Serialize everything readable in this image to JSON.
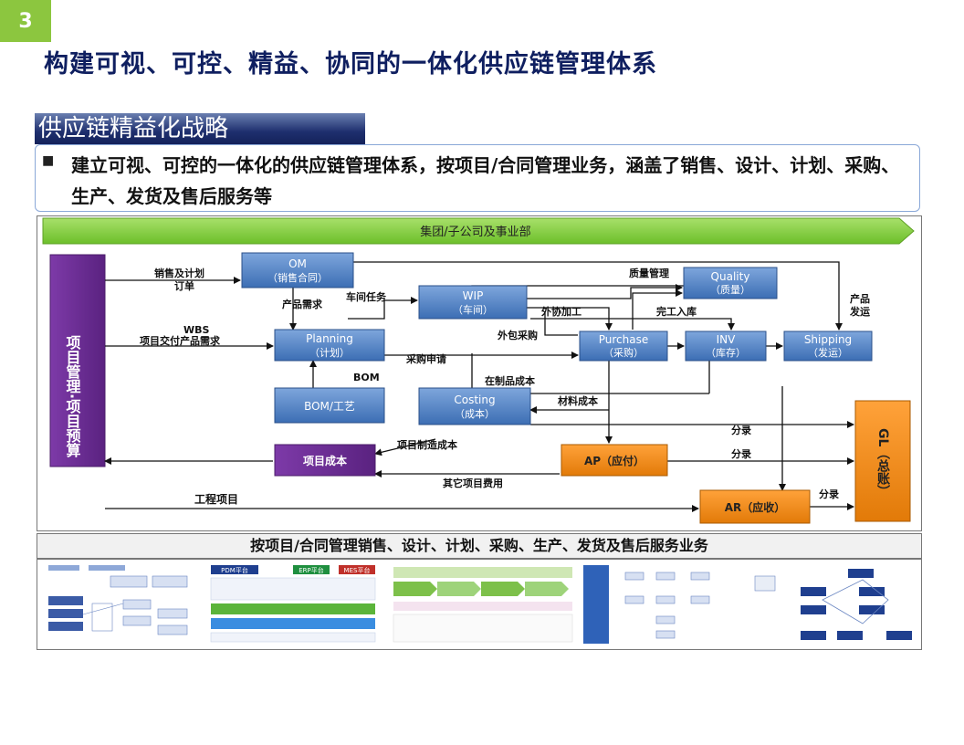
{
  "slide": {
    "number": "3"
  },
  "title": "构建可视、可控、精益、协同的一体化供应链管理体系",
  "section": {
    "heading": "供应链精益化战略",
    "bullet": "建立可视、可控的一体化的供应链管理体系，按项目/合同管理业务，涵盖了销售、设计、计划、采购、生产、发货及售后服务等"
  },
  "diagram": {
    "banner": "集团/子公司及事业部",
    "left_bar": "项目管理·项目预算",
    "nodes": {
      "om": {
        "en": "OM",
        "cn": "（销售合同）"
      },
      "planning": {
        "en": "Planning",
        "cn": "（计划）"
      },
      "bom": {
        "cn": "BOM/工艺"
      },
      "wip": {
        "en": "WIP",
        "cn": "（车间）"
      },
      "costing": {
        "en": "Costing",
        "cn": "（成本）"
      },
      "purchase": {
        "en": "Purchase",
        "cn": "（采购）"
      },
      "inv": {
        "en": "INV",
        "cn": "（库存）"
      },
      "shipping": {
        "en": "Shipping",
        "cn": "（发运）"
      },
      "quality": {
        "en": "Quality",
        "cn": "（质量）"
      },
      "project_cost": {
        "cn": "项目成本"
      },
      "ap": {
        "cn": "AP（应付）"
      },
      "ar": {
        "cn": "AR（应收）"
      },
      "gl": {
        "cn": "GL（总账）"
      }
    },
    "labels": {
      "sales_forecast": "销售及计划",
      "order": "订单",
      "product_demand": "产品需求",
      "workshop_task": "车间任务",
      "wbs": "WBS",
      "wbs_demand": "项目交付产品需求",
      "quality_mgmt": "质量管理",
      "outsource": "外协加工",
      "completion": "完工入库",
      "subcontract": "外包采购",
      "purchase_req": "采购申请",
      "bom": "BOM",
      "wip_cost": "在制品成本",
      "material_cost": "材料成本",
      "product_ship": "产品",
      "ship_2": "发运",
      "entry1": "分录",
      "entry2": "分录",
      "entry3": "分录",
      "proj_mfg_cost": "项目制造成本",
      "other_cost": "其它项目费用",
      "eng_project": "工程项目"
    }
  },
  "caption": "按项目/合同管理销售、设计、计划、采购、生产、发货及售后服务业务",
  "thumbnails": {
    "t2": {
      "pdm": "PDM平台",
      "erp": "ERP平台",
      "mes": "MES平台"
    }
  },
  "colors": {
    "accent_green": "#8cc63f",
    "title_navy": "#0f1f60",
    "node_blue": "#4f81bd",
    "node_purple": "#6a2c8e",
    "node_orange": "#f7941d"
  }
}
